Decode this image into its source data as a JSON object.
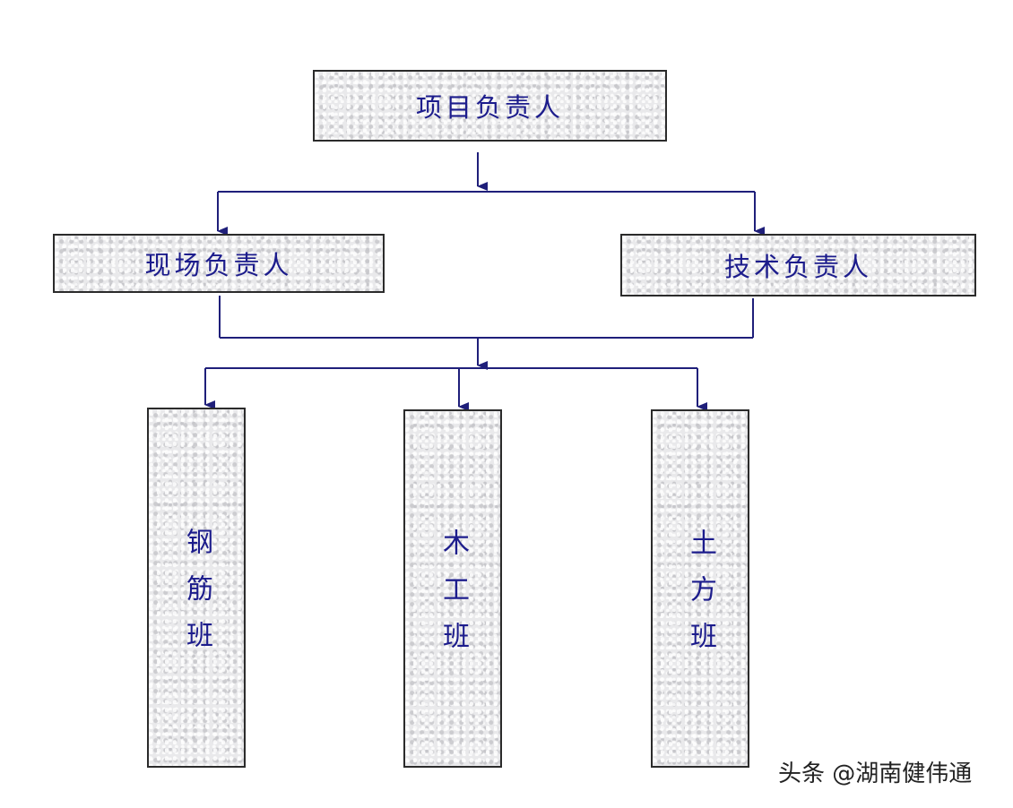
{
  "org_chart": {
    "project_leader": "项目负责人",
    "site_leader": "现场负责人",
    "technical_leader": "技术负责人",
    "teams": [
      {
        "name": "钢筋班"
      },
      {
        "name": "木工班"
      },
      {
        "name": "土方班"
      }
    ]
  },
  "colors": {
    "line": "#1f1f7a",
    "text": "#1c1c8c",
    "box_border": "#2b2b2b",
    "box_fill": "#e9e9eb"
  },
  "watermark": "头条 @湖南健伟通"
}
